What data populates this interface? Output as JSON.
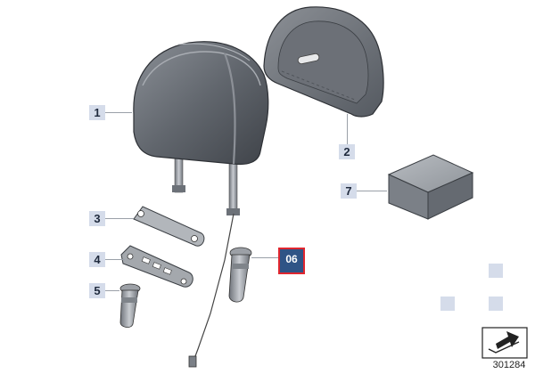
{
  "callouts": {
    "c1": "1",
    "c2": "2",
    "c3": "3",
    "c4": "4",
    "c5": "5",
    "c7": "7"
  },
  "badge": {
    "label": "06",
    "bg_color": "#2f5486",
    "border_color": "#e0262f"
  },
  "diagram_id": "301284",
  "icons": {
    "corner": "arrow-into-tray-icon"
  },
  "colors": {
    "callout_bg": "#d5dcea",
    "nav_square": "#d5dcea"
  }
}
